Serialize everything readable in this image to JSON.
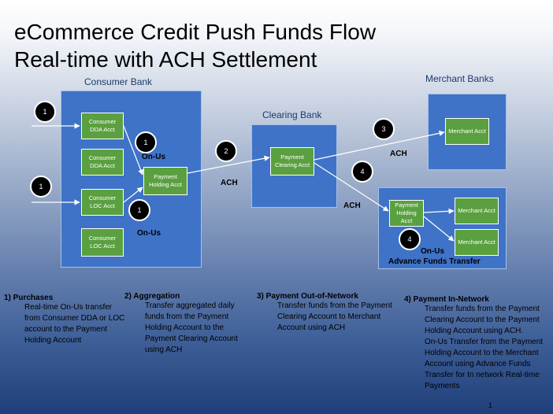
{
  "title": {
    "line1": "eCommerce Credit Push Funds Flow",
    "line2": "Real-time with ACH Settlement"
  },
  "banks": {
    "consumer": "Consumer Bank",
    "clearing": "Clearing Bank",
    "merchant": "Merchant Banks"
  },
  "accounts": {
    "consumer_dda_1": "Consumer DDA Acct",
    "consumer_dda_2": "Consumer DDA Acct",
    "consumer_loc_1": "Consumer LOC Acct",
    "consumer_loc_2": "Consumer LOC Acct",
    "payment_holding_1": "Payment Holding Acct",
    "payment_clearing": "Payment Clearing Acct",
    "merchant_1": "Merchant Acct",
    "payment_holding_2": "Payment Holding Acct",
    "merchant_2": "Merchant Acct",
    "merchant_3": "Merchant Acct"
  },
  "badges": {
    "b1a": "1",
    "b1b": "1",
    "b1c": "1",
    "b1d": "1",
    "b2": "2",
    "b3": "3",
    "b4a": "4",
    "b4b": "4"
  },
  "flow_labels": {
    "onus_1": "On-Us",
    "onus_2": "On-Us",
    "ach_1": "ACH",
    "ach_2": "ACH",
    "ach_3": "ACH",
    "onus_3": "On-Us",
    "advance": "Advance Funds Transfer"
  },
  "steps": [
    {
      "heading": "1) Purchases",
      "body": "Real-time On-Us transfer from Consumer DDA or LOC account to the Payment Holding Account"
    },
    {
      "heading": "2) Aggregation",
      "body": "Transfer aggregated daily funds from the Payment Holding Account to the Payment Clearing Account using ACH"
    },
    {
      "heading": "3) Payment Out-of-Network",
      "body": "Transfer funds from the Payment Clearing Account to Merchant Account using ACH"
    },
    {
      "heading": "4) Payment In-Network",
      "body": "Transfer funds from the Payment Clearing Account to  the Payment Holding Account using ACH.",
      "body2": "On-Us Transfer from the Payment Holding Account to the Merchant Account using Advance Funds Transfer for In network Real-time Payments"
    }
  ],
  "page_number": "1",
  "colors": {
    "bank": "#3f73c7",
    "account": "#5aa040",
    "badge": "#000000"
  }
}
